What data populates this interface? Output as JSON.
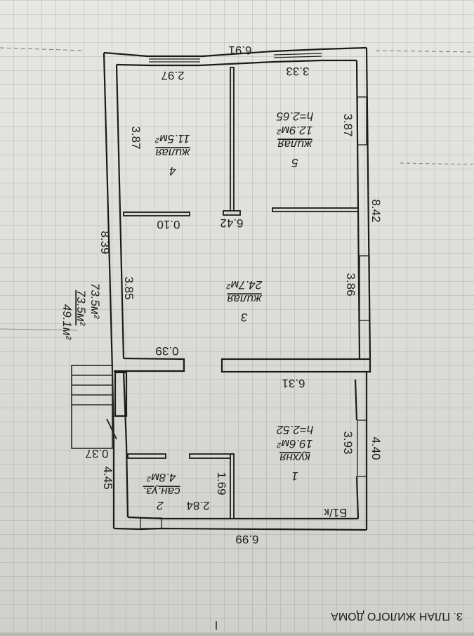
{
  "page_title": "3. ПЛАН ЖИЛОГО ДОМА",
  "rooms": [
    {
      "number": "1",
      "name": "кухня",
      "area": "19.6м²",
      "height": "h=2.52"
    },
    {
      "number": "2",
      "name": "сан.уз.",
      "area": "4.8м²",
      "height": ""
    },
    {
      "number": "3",
      "name": "жилая",
      "area": "24.7м²",
      "height": ""
    },
    {
      "number": "4",
      "name": "жилая",
      "area": "11.5м²",
      "height": ""
    },
    {
      "number": "5",
      "name": "жилая",
      "area": "12.9м²",
      "height": "h=2.65"
    }
  ],
  "totals": {
    "living": "49.1м²",
    "total": "73.5м²",
    "total2": "73.5м²"
  },
  "dimensions": {
    "top_wall": "6.91",
    "top_left_inner": "2.97",
    "top_right_inner": "3.33",
    "right_wall": "8.42",
    "right_upper": "3.87",
    "right_middle": "3.86",
    "left_upper": "3.87",
    "left_wall": "8.39",
    "left_middle": "3.85",
    "partition_top": "0.10",
    "partition_center": "6.42",
    "partition_left": "0.39",
    "middle_wall": "6.31",
    "kitchen_right": "3.93",
    "right_lower": "4.40",
    "left_lower": "4.45",
    "porch": "0.37",
    "bathroom_width": "1.69",
    "bathroom_length": "2.84",
    "bottom_wall": "6.99",
    "column": "Б1/к"
  }
}
